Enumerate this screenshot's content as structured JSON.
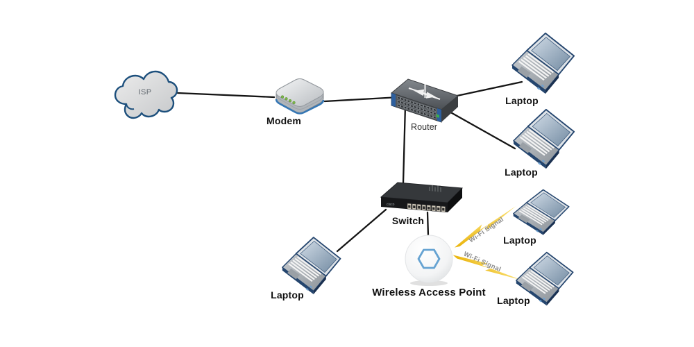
{
  "nodes": {
    "isp": {
      "label": "ISP",
      "type": "internet-cloud"
    },
    "modem": {
      "label": "Modem",
      "type": "modem"
    },
    "router": {
      "label": "Router",
      "type": "router"
    },
    "switch": {
      "label": "Switch",
      "type": "switch"
    },
    "access_point": {
      "label": "Wireless Access Point",
      "type": "wireless-access-point"
    }
  },
  "laptops": [
    "Laptop",
    "Laptop",
    "Laptop",
    "Laptop",
    "Laptop"
  ],
  "wifi_signals": [
    "Wi-Fi Signal",
    "Wi-Fi Signal"
  ],
  "edges": [
    {
      "from": "ISP",
      "to": "Modem",
      "type": "wired"
    },
    {
      "from": "Modem",
      "to": "Router",
      "type": "wired"
    },
    {
      "from": "Router",
      "to": "Laptop (top right)",
      "type": "wired"
    },
    {
      "from": "Router",
      "to": "Laptop (middle right)",
      "type": "wired"
    },
    {
      "from": "Router",
      "to": "Switch",
      "type": "wired"
    },
    {
      "from": "Switch",
      "to": "Laptop (bottom left)",
      "type": "wired"
    },
    {
      "from": "Switch",
      "to": "Wireless Access Point",
      "type": "wired"
    },
    {
      "from": "Wireless Access Point",
      "to": "Laptop (upper right wireless)",
      "type": "wifi"
    },
    {
      "from": "Wireless Access Point",
      "to": "Laptop (lower right wireless)",
      "type": "wifi"
    }
  ],
  "colors": {
    "background": "#ffffff",
    "cable": "#141414",
    "cloud_outline": "#1c4f7c",
    "bolt_gold": "#f2c230",
    "wifi_text": "#8c8c8c",
    "hexagon_blue": "#66a3d2",
    "laptop_trim_navy": "#24456e"
  }
}
